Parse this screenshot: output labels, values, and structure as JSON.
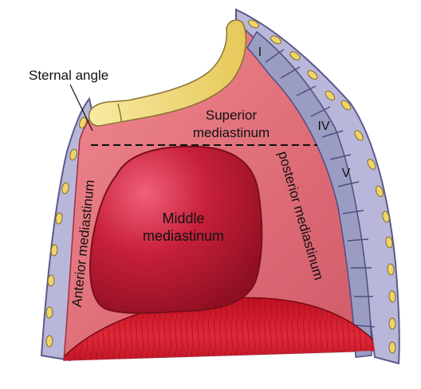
{
  "labels": {
    "sternal_angle": "Sternal angle",
    "superior_line1": "Superior",
    "superior_line2": "mediastinum",
    "middle_line1": "Middle",
    "middle_line2": "mediastinum",
    "anterior": "Anterior mediastinum",
    "posterior": "posterior mediastinum",
    "vertebra_1": "I",
    "vertebra_4": "IV",
    "vertebra_5": "V"
  },
  "colors": {
    "cavity": "#e0707a",
    "pleura": "#b9b7d9",
    "spine": "#9a9cc2",
    "heart": "#c8203a",
    "diaphragm": "#d41a2c",
    "manubrium": "#f3e08c",
    "cartilage": "#f1d36a",
    "dashed_line": "#111111"
  }
}
